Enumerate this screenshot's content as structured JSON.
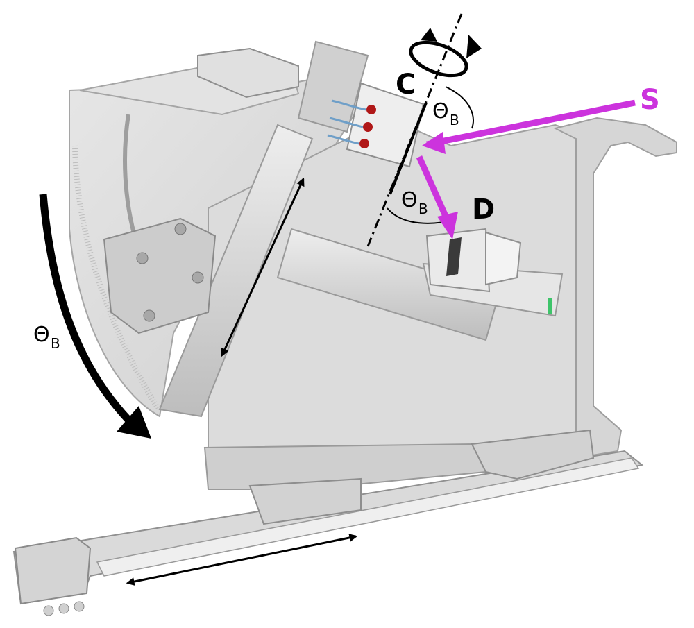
{
  "labels": {
    "source": "S",
    "crystal": "C",
    "detector": "D",
    "theta_symbol": "Θ",
    "theta_subscript": "B"
  },
  "colors": {
    "beam": "#cc33dd",
    "arrow": "#000000",
    "body": "#d9d9d9",
    "body_light": "#ececec",
    "body_dark": "#b5b5b5",
    "edge": "#9a9a9a",
    "accent_red": "#b01818",
    "accent_blue": "#6f9fc8",
    "accent_green": "#3ec46a"
  },
  "icons": [
    "rotation-arrow-icon",
    "bidirectional-arrow-icon",
    "curved-arrow-icon"
  ]
}
